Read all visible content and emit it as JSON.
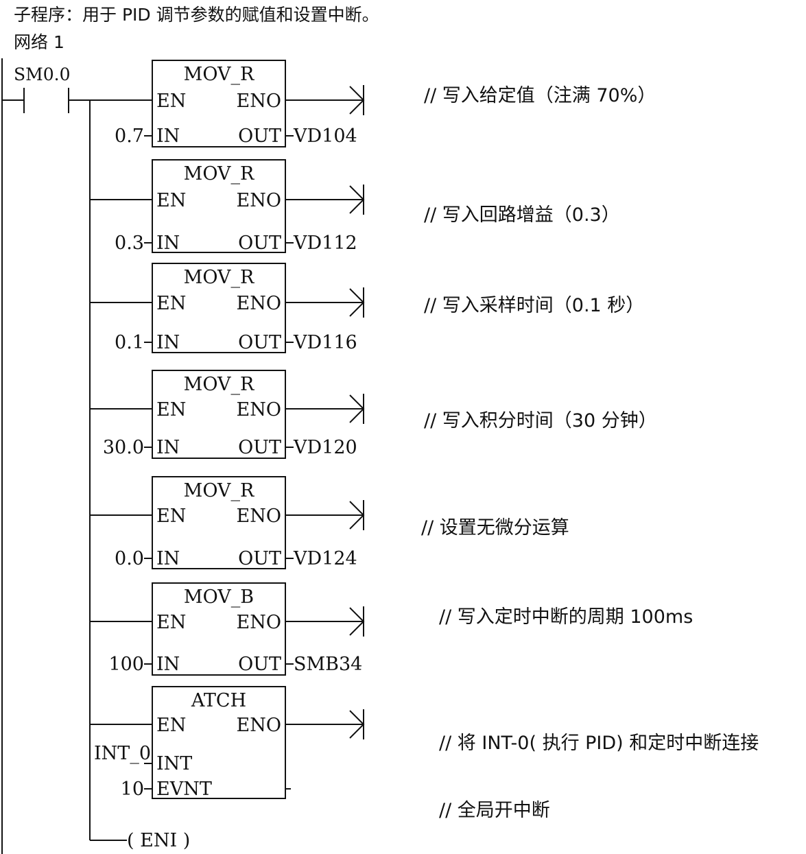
{
  "header": {
    "title": "子程序：用于 PID 调节参数的赋值和设置中断。",
    "network": "网络 1"
  },
  "contact": {
    "label": "SM0.0"
  },
  "blocks": [
    {
      "name": "MOV_R",
      "en": "EN",
      "eno": "ENO",
      "inputs": [
        {
          "pin": "IN",
          "value": "0.7"
        }
      ],
      "outputs": [
        {
          "pin": "OUT",
          "value": "VD104"
        }
      ],
      "comment": "// 写入给定值（注满 70%）"
    },
    {
      "name": "MOV_R",
      "en": "EN",
      "eno": "ENO",
      "inputs": [
        {
          "pin": "IN",
          "value": "0.3"
        }
      ],
      "outputs": [
        {
          "pin": "OUT",
          "value": "VD112"
        }
      ],
      "comment": "// 写入回路增益（0.3）"
    },
    {
      "name": "MOV_R",
      "en": "EN",
      "eno": "ENO",
      "inputs": [
        {
          "pin": "IN",
          "value": "0.1"
        }
      ],
      "outputs": [
        {
          "pin": "OUT",
          "value": "VD116"
        }
      ],
      "comment": "// 写入采样时间（0.1 秒）"
    },
    {
      "name": "MOV_R",
      "en": "EN",
      "eno": "ENO",
      "inputs": [
        {
          "pin": "IN",
          "value": "30.0"
        }
      ],
      "outputs": [
        {
          "pin": "OUT",
          "value": "VD120"
        }
      ],
      "comment": "// 写入积分时间（30 分钟）"
    },
    {
      "name": "MOV_R",
      "en": "EN",
      "eno": "ENO",
      "inputs": [
        {
          "pin": "IN",
          "value": "0.0"
        }
      ],
      "outputs": [
        {
          "pin": "OUT",
          "value": "VD124"
        }
      ],
      "comment": "// 设置无微分运算"
    },
    {
      "name": "MOV_B",
      "en": "EN",
      "eno": "ENO",
      "inputs": [
        {
          "pin": "IN",
          "value": "100"
        }
      ],
      "outputs": [
        {
          "pin": "OUT",
          "value": "SMB34"
        }
      ],
      "comment": "// 写入定时中断的周期 100ms"
    },
    {
      "name": "ATCH",
      "en": "EN",
      "eno": "ENO",
      "inputs": [
        {
          "pin": "INT",
          "value": "INT_0"
        },
        {
          "pin": "EVNT",
          "value": "10"
        }
      ],
      "outputs": [],
      "comment": "// 将 INT-0( 执行 PID) 和定时中断连接"
    }
  ],
  "coil": {
    "label": "( ENI )",
    "comment": "// 全局开中断"
  }
}
